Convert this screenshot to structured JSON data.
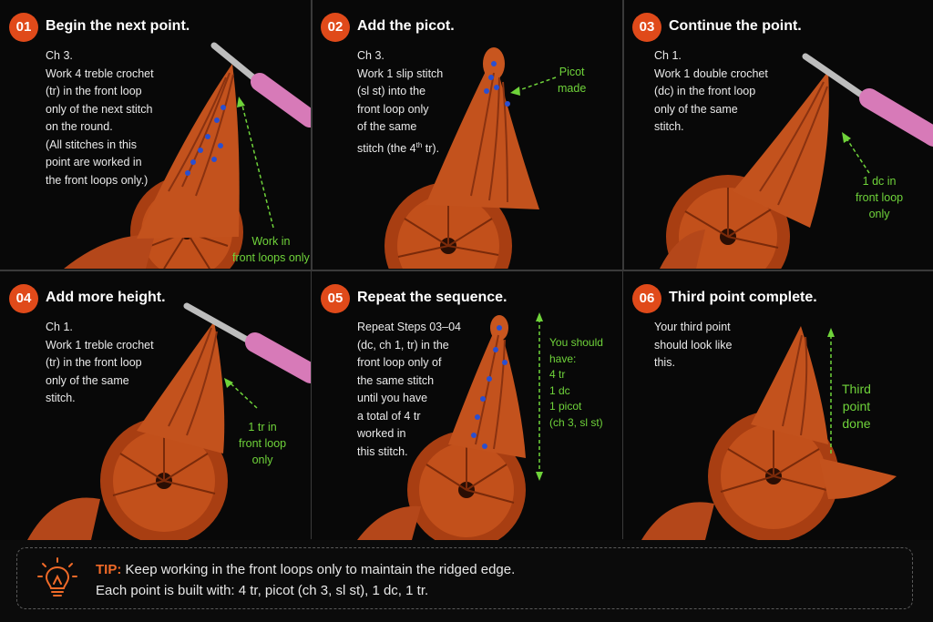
{
  "steps": [
    {
      "number": "01",
      "title": "Begin the next point.",
      "lines": [
        "Ch 3.",
        "Work 4 treble crochet",
        "(tr) in the front loop",
        "only of the next stitch",
        "on the round.",
        "(All stitches in this",
        "point are worked in",
        "the front loops only.)"
      ],
      "note": [
        "Work in",
        "front loops only"
      ]
    },
    {
      "number": "02",
      "title": "Add the picot.",
      "lines": [
        "Ch 3.",
        "Work 1 slip stitch",
        "(sl st) into the",
        "front loop only",
        "of the same"
      ],
      "line_last_prefix": "stitch (the 4",
      "line_last_sup": "th",
      "line_last_suffix": " tr).",
      "note": [
        "Picot",
        "made"
      ]
    },
    {
      "number": "03",
      "title": "Continue the point.",
      "lines": [
        "Ch 1.",
        "Work 1 double crochet",
        "(dc) in the front loop",
        "only of the same",
        "stitch."
      ],
      "note": [
        "1 dc in",
        "front loop",
        "only"
      ]
    },
    {
      "number": "04",
      "title": "Add more height.",
      "lines": [
        "Ch 1.",
        "Work 1 treble crochet",
        "(tr) in the front loop",
        "only of the same",
        "stitch."
      ],
      "note": [
        "1 tr in",
        "front loop",
        "only"
      ]
    },
    {
      "number": "05",
      "title": "Repeat the sequence.",
      "lines": [
        "Repeat Steps 03–04",
        "(dc, ch 1, tr) in the",
        "front loop only of",
        "the same stitch",
        "until you have",
        "a total of 4 tr",
        "worked in",
        "this stitch."
      ],
      "note": [
        "You should",
        "have:",
        "4 tr",
        "1 dc",
        "1 picot",
        "(ch 3, sl st)"
      ]
    },
    {
      "number": "06",
      "title": "Third point complete.",
      "lines": [
        "Your third point",
        "should look like",
        "this."
      ],
      "note": [
        "Third",
        "point",
        "done"
      ]
    }
  ],
  "tip": {
    "label": "TIP:",
    "line1": "Keep working in the front loops only to maintain the ridged edge.",
    "line2": "Each point is built with: 4 tr, picot (ch 3, sl st), 1 dc, 1 tr."
  },
  "colors": {
    "accent": "#e04a1a",
    "yarn": "#c8511a",
    "note_green": "#6fd33a",
    "marker_blue": "#2a4fd0",
    "hook_handle": "#d77ab8"
  },
  "icons": [
    "lightbulb-icon",
    "crochet-hook-icon"
  ]
}
